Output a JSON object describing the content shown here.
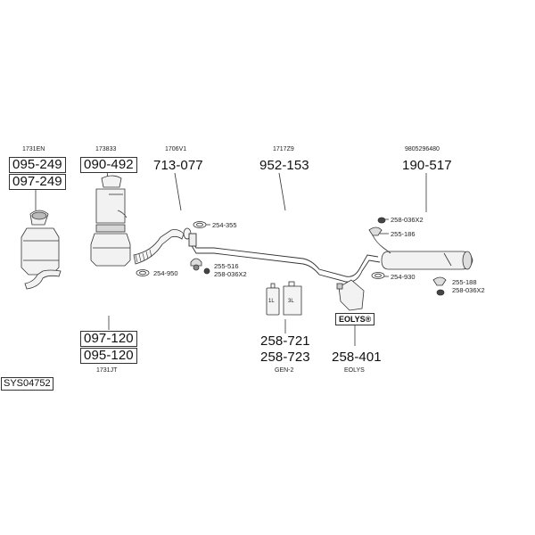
{
  "oem_codes": {
    "c1": "1731EN",
    "c2": "173833",
    "c3": "1706V1",
    "c4": "1717Z9",
    "c5": "9805296480",
    "c6": "1731JT",
    "c7": "GEN-2",
    "c8": "EOLYS"
  },
  "part_numbers": {
    "p095249": "095-249",
    "p097249": "097-249",
    "p090492": "090-492",
    "p713077": "713-077",
    "p952153": "952-153",
    "p190517": "190-517",
    "p097120": "097-120",
    "p095120": "095-120",
    "p258721": "258-721",
    "p258723": "258-723",
    "p258401": "258-401"
  },
  "accessory_labels": {
    "a254355": "254-355",
    "a254950": "254-950",
    "a255516": "255-516",
    "a258036x2_a": "258-036X2",
    "a258036x2_b": "258-036X2",
    "a255186": "255-186",
    "a254930": "254-930",
    "a255188": "255-188",
    "a258036x2_c": "258-036X2"
  },
  "eolys_label": "EOLYS®",
  "bottle_labels": {
    "b1": "1L",
    "b2": "3L"
  },
  "system_code": "SYS04752"
}
